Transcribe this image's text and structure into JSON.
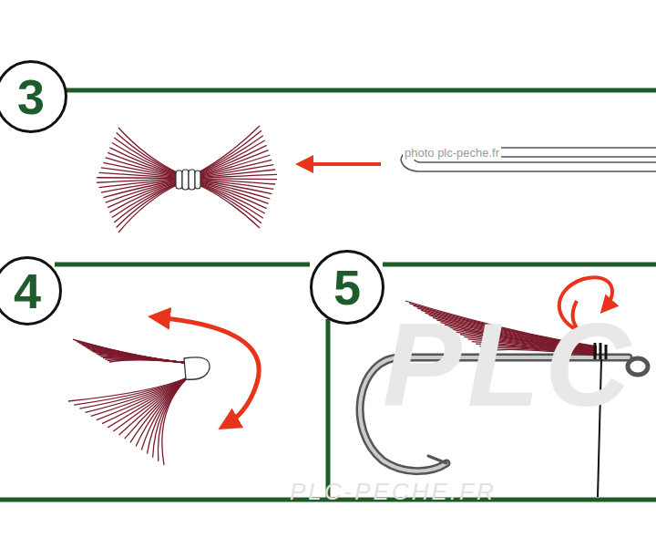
{
  "diagram": {
    "nodes": [
      {
        "text": [
          "3"
        ]
      },
      {
        "text": [
          "4"
        ]
      },
      {
        "text": [
          "5"
        ]
      }
    ],
    "labels": [
      "photo plc-peche.fr",
      "PLC",
      "PLC-PECHE.FR"
    ]
  }
}
